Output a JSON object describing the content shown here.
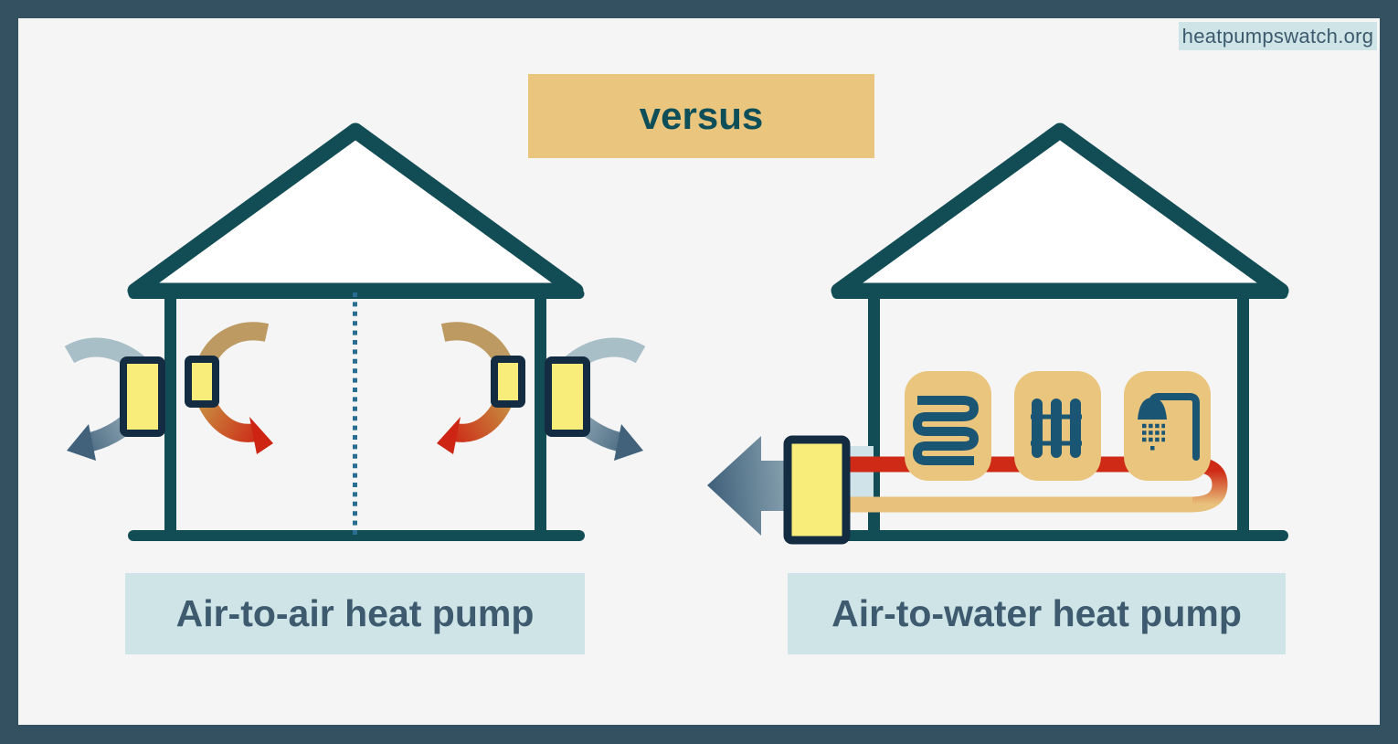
{
  "site": {
    "badge_label": "heatpumpswatch.org"
  },
  "comparison": {
    "versus_label": "versus",
    "left": {
      "label": "Air-to-air heat pump"
    },
    "right": {
      "label": "Air-to-water heat pump"
    }
  },
  "icons": {
    "left_house": [
      "outdoor-unit",
      "indoor-unit",
      "intake-air-arc",
      "exhaust-air-arrow",
      "room-intake-arc",
      "warm-air-arrow",
      "partition-dotted-line"
    ],
    "right_house": [
      "heat-pump-unit",
      "exhaust-air-arrow",
      "flow-pipe",
      "return-pipe",
      "underfloor-heating-coil-icon",
      "radiator-icon",
      "shower-icon"
    ]
  },
  "colors": {
    "frame": "#335161",
    "canvas": "#f5f5f6",
    "accent_gold": "#e9c57d",
    "accent_lightblue": "#cee4e7",
    "text_teal": "#0d4e59",
    "text_slate": "#3d5a6e",
    "house_teal": "#124c55",
    "unit_yellow": "#f8ed7a",
    "unit_border_navy": "#132c42",
    "warm_air_red": "#cd2414",
    "warm_air_orange": "#c8883e",
    "indoor_air_tan": "#bc9a62",
    "outdoor_air_steel": "#a9bfc7",
    "exhaust_slate": "#42627b",
    "pipe_flow_red": "#ce2a16",
    "pipe_return_tan": "#e8c17c",
    "icon_blue": "#1b5574",
    "partition_blue": "#2a6d92",
    "water_band_lightblue": "#cfe3e8"
  }
}
